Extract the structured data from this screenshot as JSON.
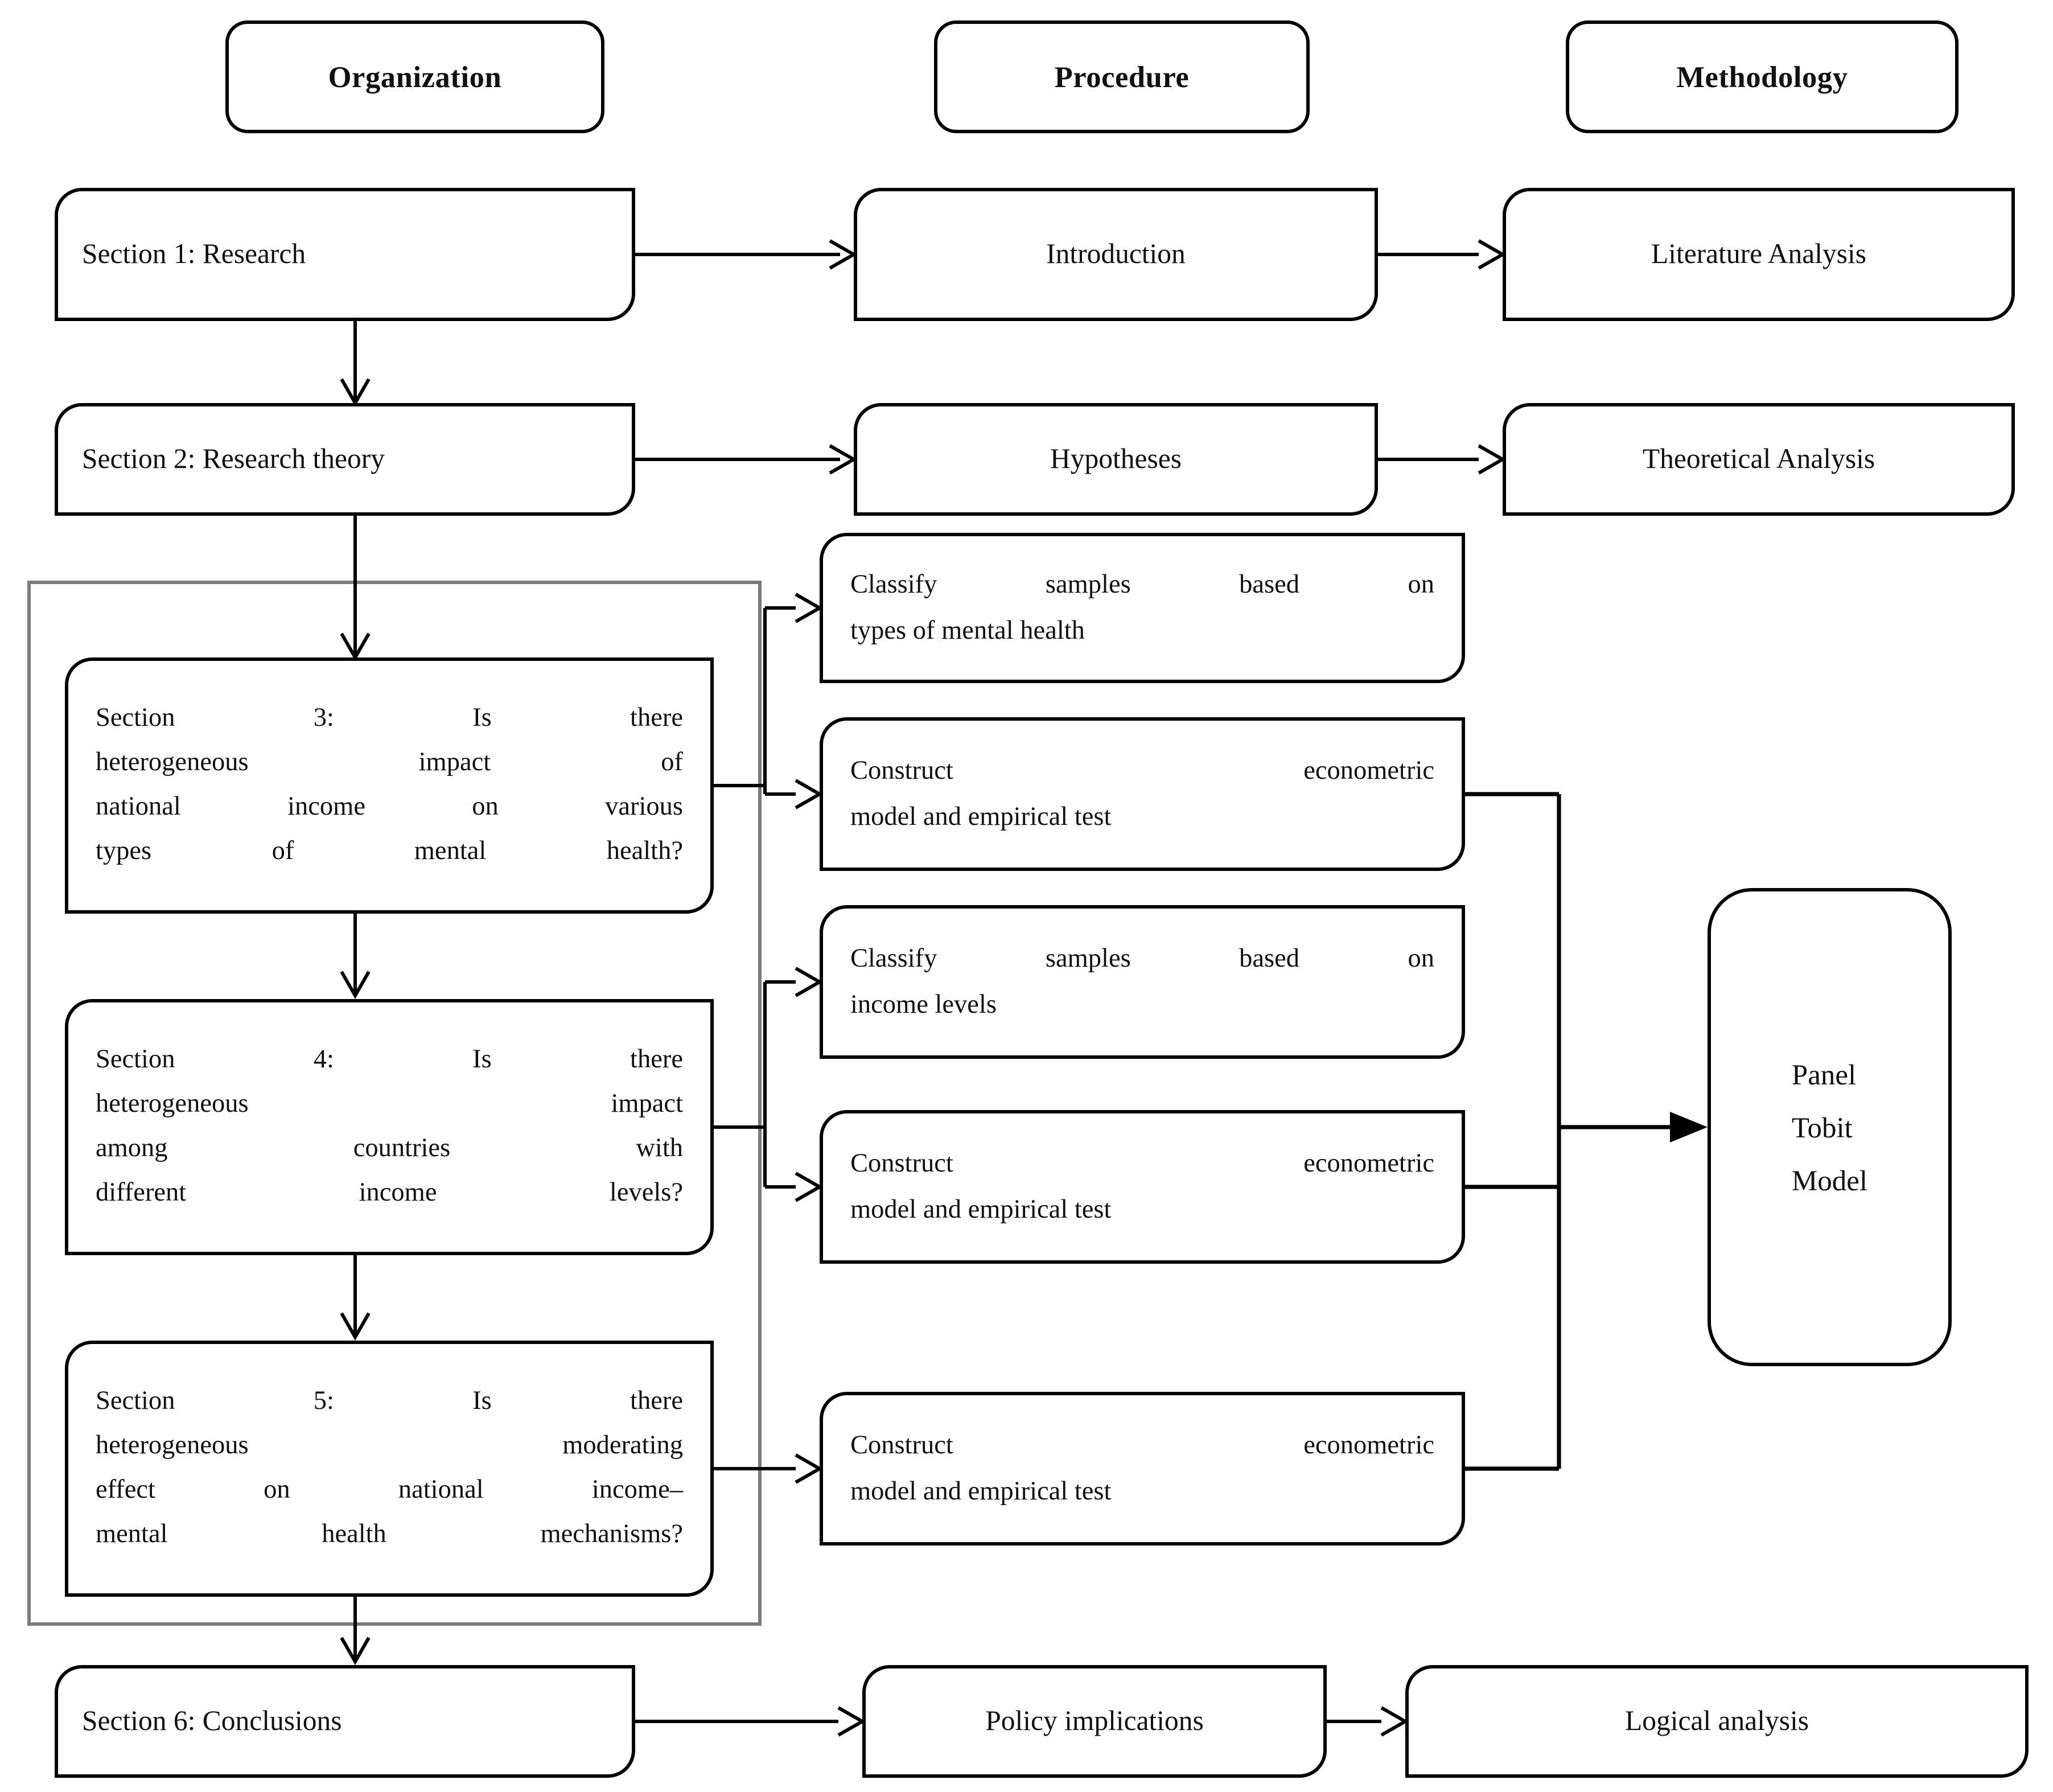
{
  "headers": {
    "organization": "Organization",
    "procedure": "Procedure",
    "methodology": "Methodology"
  },
  "organization": {
    "section1": "Section 1: Research",
    "section2": "Section 2: Research theory",
    "section3_lines": [
      "Section 3: Is there",
      "heterogeneous impact of",
      "national income on various",
      "types of mental health?"
    ],
    "section4_lines": [
      "Section 4: Is there",
      "heterogeneous impact",
      "among countries with",
      "different income levels?"
    ],
    "section5_lines": [
      "Section 5: Is there",
      "heterogeneous moderating",
      "effect on national income–",
      "mental health mechanisms?"
    ],
    "section6": "Section 6: Conclusions"
  },
  "procedure": {
    "introduction": "Introduction",
    "hypotheses": "Hypotheses",
    "classify_mental_lines": [
      "Classify samples based on",
      "types of mental health"
    ],
    "construct_model_1_lines": [
      "Construct econometric",
      "model and empirical test"
    ],
    "classify_income_lines": [
      "Classify samples based on",
      "income levels"
    ],
    "construct_model_2_lines": [
      "Construct econometric",
      "model and empirical test"
    ],
    "construct_model_3_lines": [
      "Construct econometric",
      "model and empirical test"
    ],
    "policy_implications": "Policy implications"
  },
  "methodology": {
    "literature_analysis": "Literature Analysis",
    "theoretical_analysis": "Theoretical Analysis",
    "panel_tobit_lines": [
      "Panel",
      "Tobit",
      "Model"
    ],
    "logical_analysis": "Logical analysis"
  },
  "colors": {
    "line": "#000000",
    "container_border": "#7a7a7a",
    "background": "#ffffff",
    "text": "#111111"
  }
}
